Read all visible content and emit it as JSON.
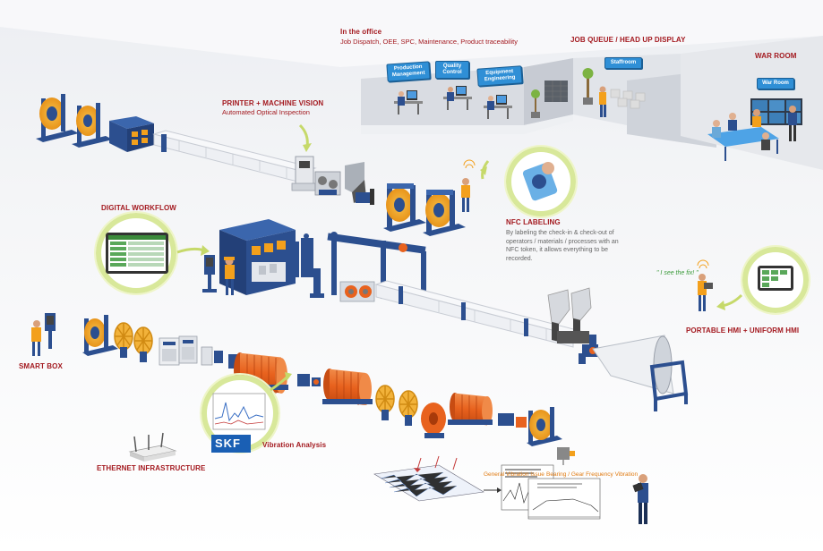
{
  "office": {
    "title": "In the office",
    "subtitle": "Job Dispatch, OEE, SPC, Maintenance, Product traceability",
    "signs": [
      "Production Management",
      "Quality Control",
      "Equipment Engineering"
    ]
  },
  "job_queue": {
    "title": "JOB QUEUE / HEAD UP DISPLAY",
    "sign": "Staffroom"
  },
  "war_room": {
    "title": "WAR ROOM",
    "sign": "War Room"
  },
  "printer": {
    "title": "PRINTER + MACHINE VISION",
    "subtitle": "Automated Optical Inspection"
  },
  "digital_workflow": {
    "title": "DIGITAL WORKFLOW"
  },
  "nfc": {
    "title": "NFC LABELING",
    "text": [
      "By labeling the check-in & check-out of",
      "operators / materials / processes with an",
      "NFC token, it allows everything to be",
      "recorded."
    ]
  },
  "portable_hmi": {
    "title": "PORTABLE HMI + UNIFORM HMI",
    "quote": "\" I see the fix! \""
  },
  "smart_box": {
    "title": "SMART BOX"
  },
  "vibration": {
    "title": "Vibration Analysis",
    "logo": "SKF"
  },
  "ethernet": {
    "title": "ETHERNET INFRASTRUCTURE"
  },
  "vibration_chart": {
    "label_general": "General Vibration Issue",
    "label_bearing": "Bearing / Gear Frequency Vibration"
  },
  "colors": {
    "accent_red": "#a3191f",
    "machine_blue": "#2c4f8f",
    "reel_orange": "#f0a21e",
    "drum_orange": "#e8621e",
    "bubble_green": "#d8e89a",
    "label_orange": "#e07b12"
  }
}
